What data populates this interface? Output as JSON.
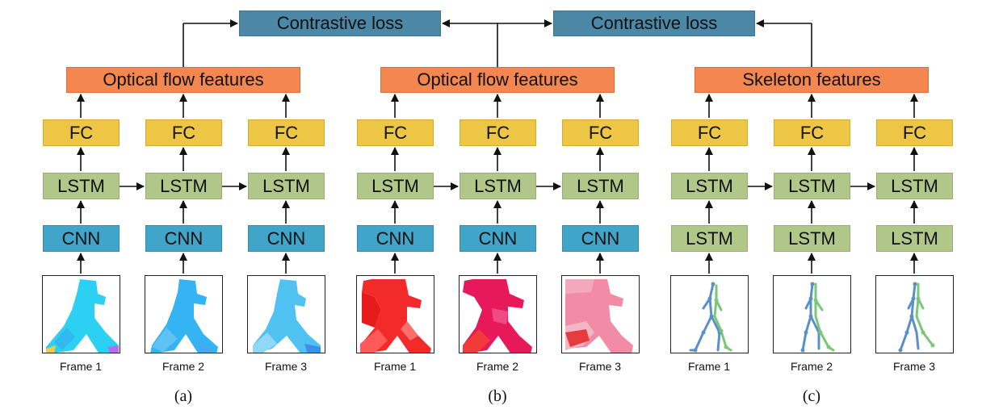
{
  "losses": [
    {
      "label": "Contrastive loss"
    },
    {
      "label": "Contrastive loss"
    }
  ],
  "columns": [
    {
      "features_label": "Optical flow features",
      "caption": "(a)",
      "frames": [
        {
          "label": "Frame 1",
          "stack": [
            "FC",
            "LSTM",
            "CNN"
          ],
          "image": "flow-blue"
        },
        {
          "label": "Frame 2",
          "stack": [
            "FC",
            "LSTM",
            "CNN"
          ],
          "image": "flow-blue"
        },
        {
          "label": "Frame 3",
          "stack": [
            "FC",
            "LSTM",
            "CNN"
          ],
          "image": "flow-blue"
        }
      ]
    },
    {
      "features_label": "Optical flow features",
      "caption": "(b)",
      "frames": [
        {
          "label": "Frame 1",
          "stack": [
            "FC",
            "LSTM",
            "CNN"
          ],
          "image": "flow-red"
        },
        {
          "label": "Frame 2",
          "stack": [
            "FC",
            "LSTM",
            "CNN"
          ],
          "image": "flow-red"
        },
        {
          "label": "Frame 3",
          "stack": [
            "FC",
            "LSTM",
            "CNN"
          ],
          "image": "flow-red"
        }
      ]
    },
    {
      "features_label": "Skeleton features",
      "caption": "(c)",
      "frames": [
        {
          "label": "Frame 1",
          "stack": [
            "FC",
            "LSTM",
            "LSTM"
          ],
          "image": "skeleton"
        },
        {
          "label": "Frame 2",
          "stack": [
            "FC",
            "LSTM",
            "LSTM"
          ],
          "image": "skeleton"
        },
        {
          "label": "Frame 3",
          "stack": [
            "FC",
            "LSTM",
            "LSTM"
          ],
          "image": "skeleton"
        }
      ]
    }
  ],
  "colors": {
    "loss": "#4c88a6",
    "features": "#f4874f",
    "fc": "#eec645",
    "lstm": "#b1c78a",
    "cnn": "#40a5c8",
    "arrow": "#111111"
  }
}
